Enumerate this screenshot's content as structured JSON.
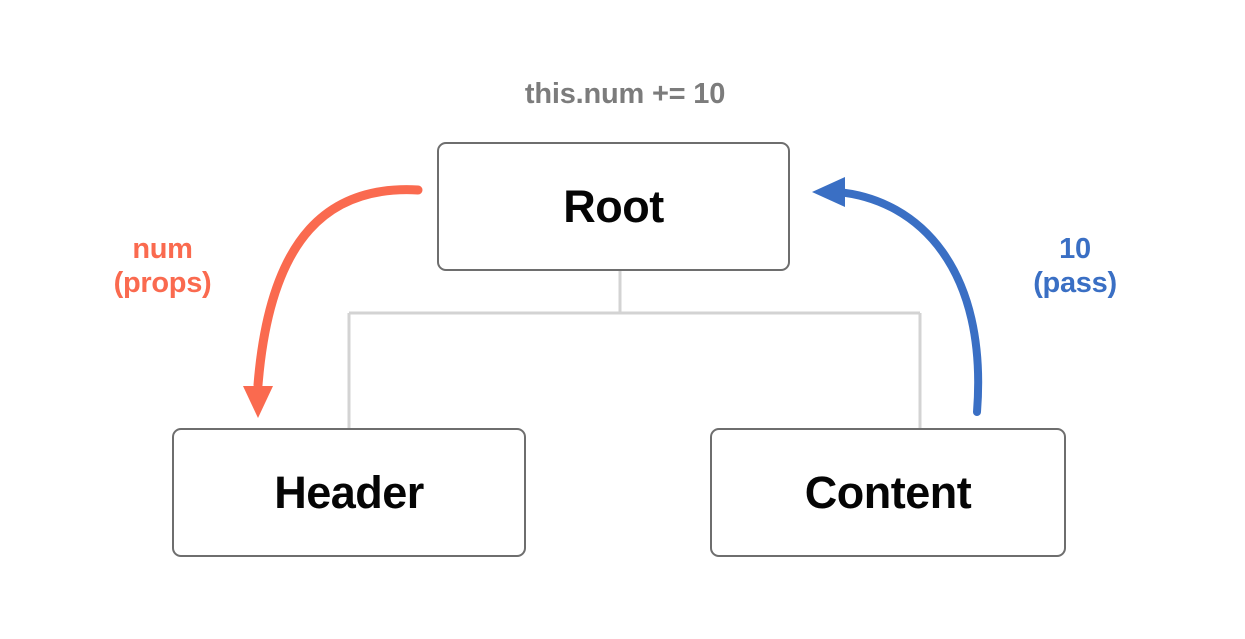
{
  "diagram": {
    "title_expression": "this.num += 10",
    "nodes": [
      {
        "id": "root",
        "label": "Root"
      },
      {
        "id": "header",
        "label": "Header"
      },
      {
        "id": "content",
        "label": "Content"
      }
    ],
    "annotations": [
      {
        "id": "props",
        "line1": "num",
        "line2": "(props)",
        "color": "#fa6a4f",
        "direction": "root-to-header",
        "arrow": "down"
      },
      {
        "id": "pass",
        "line1": "10",
        "line2": "(pass)",
        "color": "#3a6fc4",
        "direction": "content-to-root",
        "arrow": "left"
      }
    ],
    "colors": {
      "background": "#ffffff",
      "node_border": "#6e6e6e",
      "node_text": "#050505",
      "connector": "#d3d3d3",
      "code_text": "#7c7c7c",
      "props_accent": "#fa6a4f",
      "pass_accent": "#3a6fc4"
    }
  }
}
